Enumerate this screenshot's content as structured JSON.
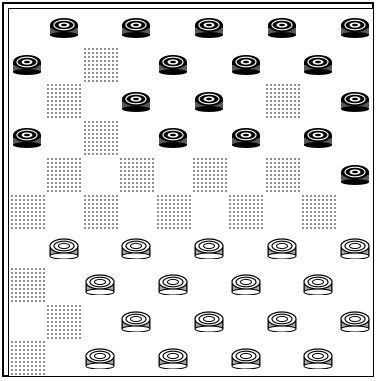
{
  "board": {
    "size": 10,
    "colors": {
      "dark_square": "#000000",
      "light_square": "#ffffff"
    },
    "pieces": [
      {
        "row": 0,
        "col": 1,
        "color": "black"
      },
      {
        "row": 0,
        "col": 3,
        "color": "black"
      },
      {
        "row": 0,
        "col": 5,
        "color": "black"
      },
      {
        "row": 0,
        "col": 7,
        "color": "black"
      },
      {
        "row": 0,
        "col": 9,
        "color": "black"
      },
      {
        "row": 1,
        "col": 0,
        "color": "black"
      },
      {
        "row": 1,
        "col": 4,
        "color": "black"
      },
      {
        "row": 1,
        "col": 6,
        "color": "black"
      },
      {
        "row": 1,
        "col": 8,
        "color": "black"
      },
      {
        "row": 2,
        "col": 3,
        "color": "black"
      },
      {
        "row": 2,
        "col": 5,
        "color": "black"
      },
      {
        "row": 2,
        "col": 9,
        "color": "black"
      },
      {
        "row": 3,
        "col": 0,
        "color": "black"
      },
      {
        "row": 3,
        "col": 4,
        "color": "black"
      },
      {
        "row": 3,
        "col": 6,
        "color": "black"
      },
      {
        "row": 3,
        "col": 8,
        "color": "black"
      },
      {
        "row": 4,
        "col": 9,
        "color": "black"
      },
      {
        "row": 6,
        "col": 1,
        "color": "white"
      },
      {
        "row": 6,
        "col": 3,
        "color": "white"
      },
      {
        "row": 6,
        "col": 5,
        "color": "white"
      },
      {
        "row": 6,
        "col": 7,
        "color": "white"
      },
      {
        "row": 6,
        "col": 9,
        "color": "white"
      },
      {
        "row": 7,
        "col": 2,
        "color": "white"
      },
      {
        "row": 7,
        "col": 4,
        "color": "white"
      },
      {
        "row": 7,
        "col": 6,
        "color": "white"
      },
      {
        "row": 7,
        "col": 8,
        "color": "white"
      },
      {
        "row": 8,
        "col": 3,
        "color": "white"
      },
      {
        "row": 8,
        "col": 5,
        "color": "white"
      },
      {
        "row": 8,
        "col": 7,
        "color": "white"
      },
      {
        "row": 8,
        "col": 9,
        "color": "white"
      },
      {
        "row": 9,
        "col": 2,
        "color": "white"
      },
      {
        "row": 9,
        "col": 4,
        "color": "white"
      },
      {
        "row": 9,
        "col": 6,
        "color": "white"
      },
      {
        "row": 9,
        "col": 8,
        "color": "white"
      }
    ]
  }
}
